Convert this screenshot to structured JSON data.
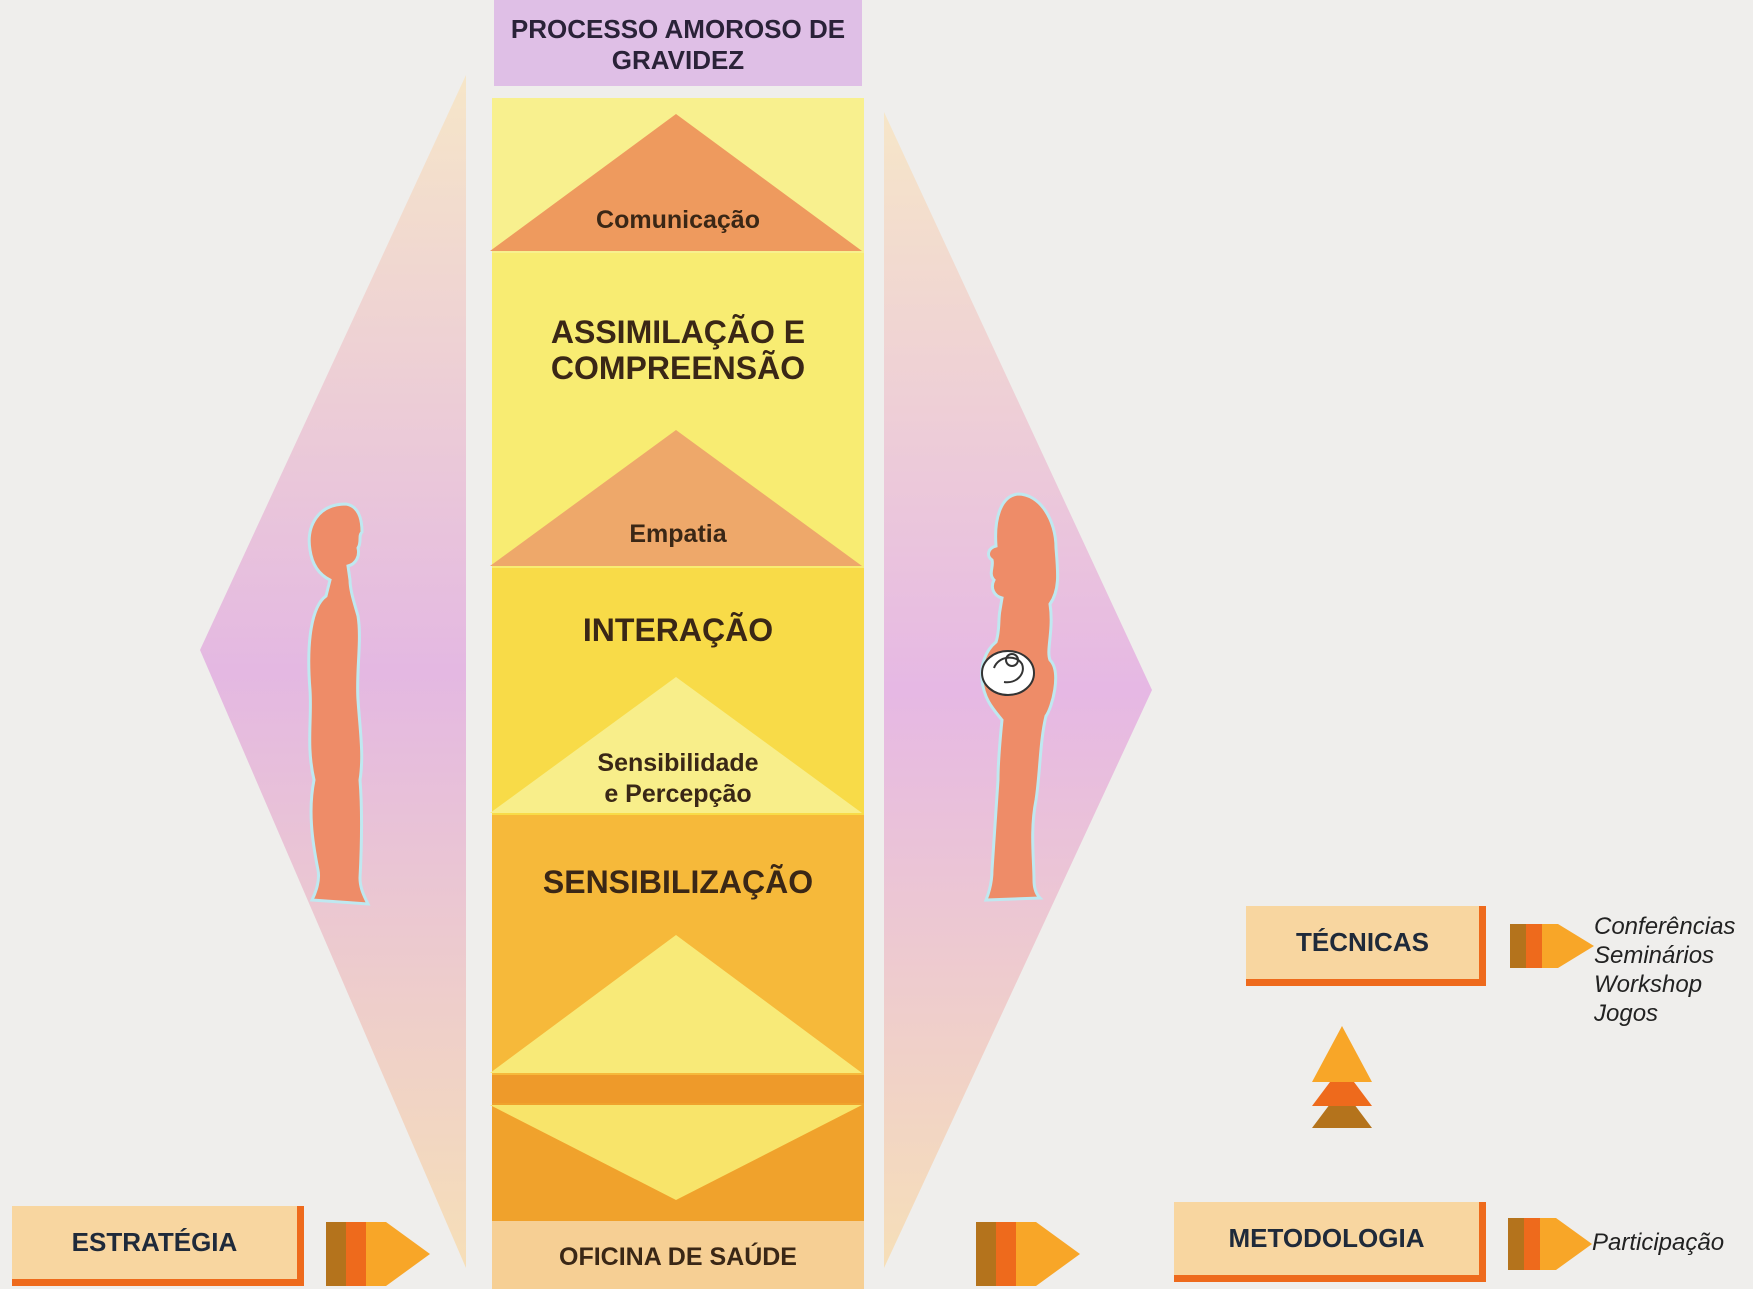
{
  "title": "PROCESSO AMOROSO DE GRAVIDEZ",
  "column_labels": {
    "comunicacao": "Comunicação",
    "assimilacao": "ASSIMILAÇÃO E COMPREENSÃO",
    "empatia": "Empatia",
    "interacao": "INTERAÇÃO",
    "sensibilidade": "Sensibilidade e Percepção",
    "sensibilizacao": "SENSIBILIZAÇÃO",
    "oficina": "OFICINA DE SAÚDE"
  },
  "boxes": {
    "estrategia": "ESTRATÉGIA",
    "metodologia": "METODOLOGIA",
    "tecnicas": "TÉCNICAS"
  },
  "tecnicas_items": [
    "Conferências",
    "Seminários",
    "Workshop",
    "Jogos"
  ],
  "metodologia_item": "Participação",
  "colors": {
    "lilac": "#dfbfe6",
    "pale_yellow": "#f8f08e",
    "yellow": "#f8db48",
    "amber": "#f6b93a",
    "orange": "#f0a22c",
    "salmon": "#eea06a",
    "figure": "#ee8c68",
    "arrow_dark": "#b4731c",
    "arrow_mid": "#ee6a1c",
    "arrow_light": "#f8a628"
  }
}
